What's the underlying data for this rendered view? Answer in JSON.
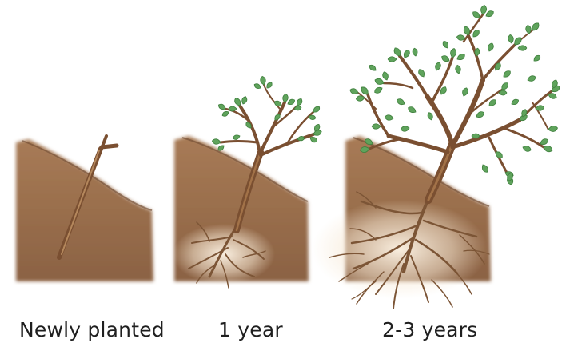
{
  "stages": [
    {
      "label": "Newly planted"
    },
    {
      "label": "1 year"
    },
    {
      "label": "2-3 years"
    }
  ],
  "colors": {
    "soil": "#9a6f4c",
    "soil_dark": "#7d5538",
    "stem": "#7a4f31",
    "stem_light": "#a27248",
    "root": "#7c5536",
    "leaf": "#5fa35c",
    "leaf_dark": "#3f7f3d",
    "caption": "#1f1f1f"
  }
}
